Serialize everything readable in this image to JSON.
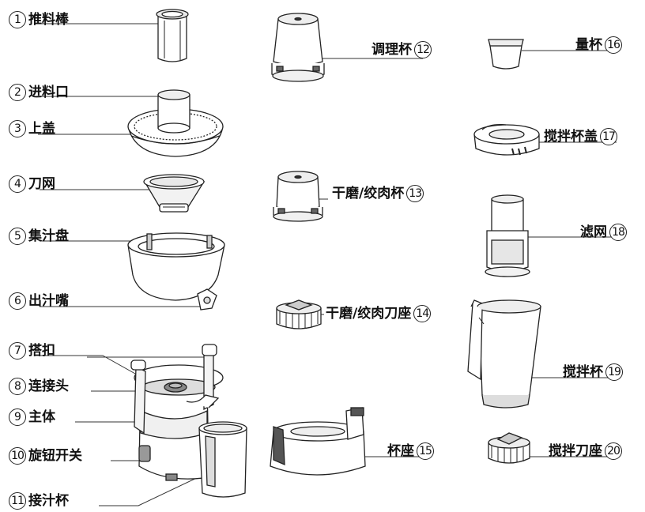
{
  "parts": [
    {
      "num": "1",
      "label": "推料棒"
    },
    {
      "num": "2",
      "label": "进料口"
    },
    {
      "num": "3",
      "label": "上盖"
    },
    {
      "num": "4",
      "label": "刀网"
    },
    {
      "num": "5",
      "label": "集汁盘"
    },
    {
      "num": "6",
      "label": "出汁嘴"
    },
    {
      "num": "7",
      "label": "搭扣"
    },
    {
      "num": "8",
      "label": "连接头"
    },
    {
      "num": "9",
      "label": "主体"
    },
    {
      "num": "10",
      "label": "旋钮开关"
    },
    {
      "num": "11",
      "label": "接汁杯"
    },
    {
      "num": "12",
      "label": "调理杯"
    },
    {
      "num": "13",
      "label": "干磨/绞肉杯"
    },
    {
      "num": "14",
      "label": "干磨/绞肉刀座"
    },
    {
      "num": "15",
      "label": "杯座"
    },
    {
      "num": "16",
      "label": "量杯"
    },
    {
      "num": "17",
      "label": "搅拌杯盖"
    },
    {
      "num": "18",
      "label": "滤网"
    },
    {
      "num": "19",
      "label": "搅拌杯"
    },
    {
      "num": "20",
      "label": "搅拌刀座"
    }
  ],
  "colors": {
    "line": "#222222",
    "fill": "#ffffff",
    "shade": "#d9d9d9",
    "dark": "#9a9a9a"
  }
}
